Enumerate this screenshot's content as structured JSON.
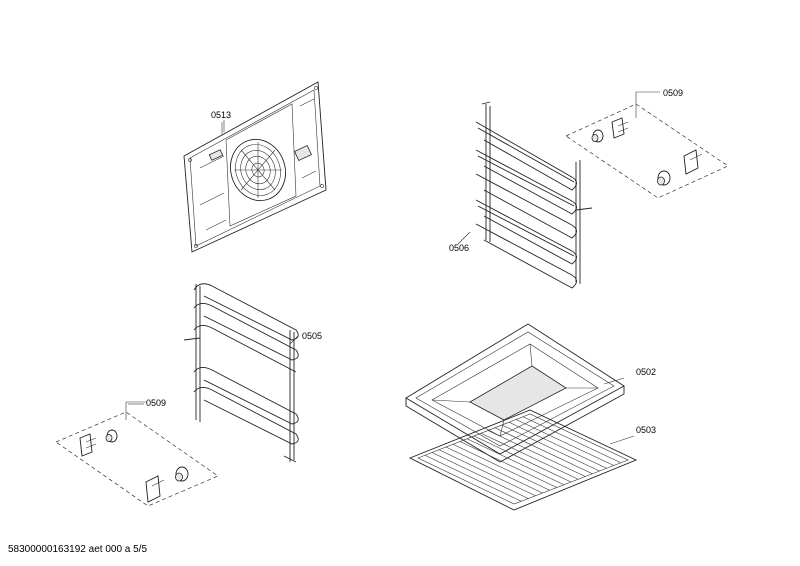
{
  "parts": {
    "back_panel": "0513",
    "rack_right": "0506",
    "clips_top": "0509",
    "rack_left": "0505",
    "clips_bottom": "0509",
    "baking_tray": "0502",
    "wire_rack": "0503"
  },
  "footer": "58300000163192 aet 000 a 5/5"
}
